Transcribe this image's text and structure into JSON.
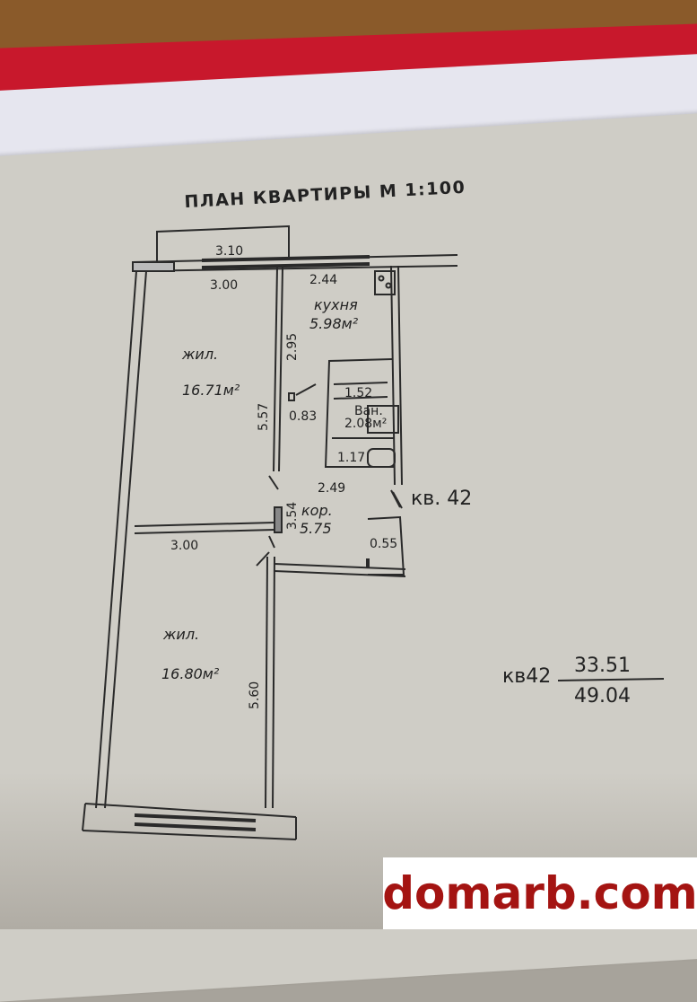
{
  "title": "ПЛАН КВАРТИРЫ М 1:100",
  "dimensions": {
    "d_310": "3.10",
    "d_300_top": "3.00",
    "d_244": "2.44",
    "d_295": "2.95",
    "d_557": "5.57",
    "d_083": "0.83",
    "d_152": "1.52",
    "d_117": "1.17",
    "d_249": "2.49",
    "d_354": "3.54",
    "d_300_mid": "3.00",
    "d_055": "0.55",
    "d_560": "5.60"
  },
  "rooms": {
    "kitchen_name": "кухня",
    "kitchen_area": "5.98м²",
    "living1_name": "жил.",
    "living1_area": "16.71м²",
    "bath_name": "Ван.",
    "bath_area": "2.08м²",
    "corridor_name": "кор.",
    "corridor_area": "5.75",
    "living2_name": "жил.",
    "living2_area": "16.80м²"
  },
  "apartment_label": "кв. 42",
  "summary": {
    "label": "кв42",
    "living_area": "33.51",
    "total_area": "49.04"
  },
  "watermark": "domarb.com"
}
